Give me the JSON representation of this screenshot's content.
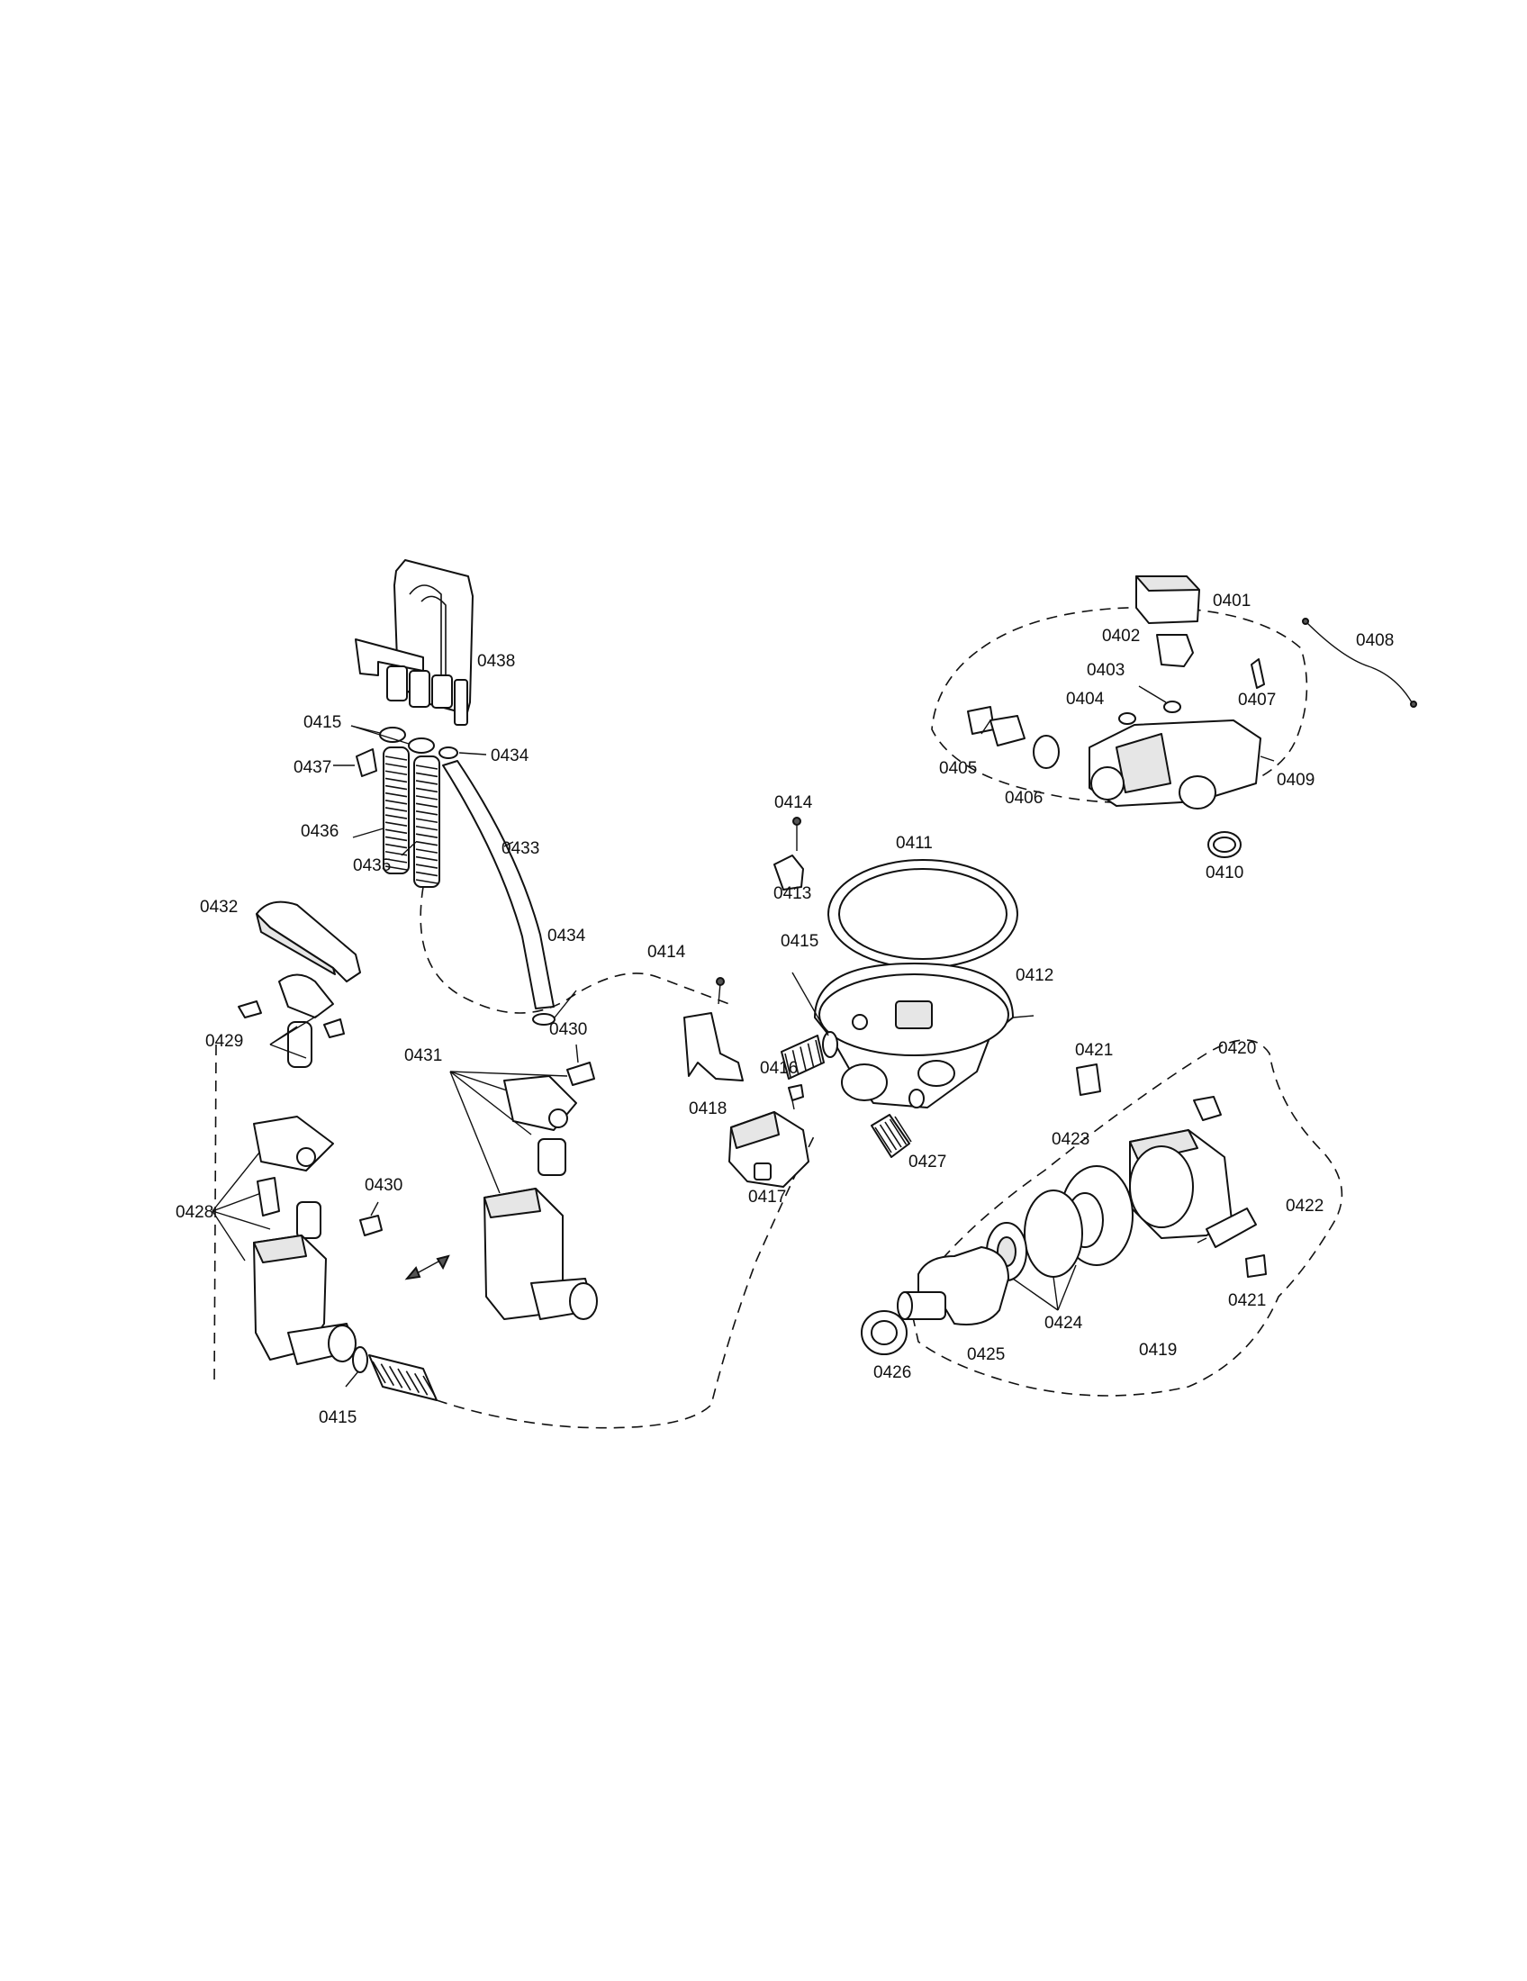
{
  "labels": {
    "p0401": "0401",
    "p0402": "0402",
    "p0403": "0403",
    "p0404": "0404",
    "p0405": "0405",
    "p0406": "0406",
    "p0407": "0407",
    "p0408": "0408",
    "p0409": "0409",
    "p0410": "0410",
    "p0411": "0411",
    "p0412": "0412",
    "p0413": "0413",
    "p0414a": "0414",
    "p0414b": "0414",
    "p0415a": "0415",
    "p0415b": "0415",
    "p0415c": "0415",
    "p0416": "0416",
    "p0417": "0417",
    "p0418": "0418",
    "p0419": "0419",
    "p0420": "0420",
    "p0421a": "0421",
    "p0421b": "0421",
    "p0422": "0422",
    "p0423": "0423",
    "p0424": "0424",
    "p0425": "0425",
    "p0426": "0426",
    "p0427": "0427",
    "p0428": "0428",
    "p0429": "0429",
    "p0430a": "0430",
    "p0430b": "0430",
    "p0431": "0431",
    "p0432": "0432",
    "p0433": "0433",
    "p0434a": "0434",
    "p0434b": "0434",
    "p0435": "0435",
    "p0436": "0436",
    "p0437": "0437",
    "p0438": "0438"
  }
}
